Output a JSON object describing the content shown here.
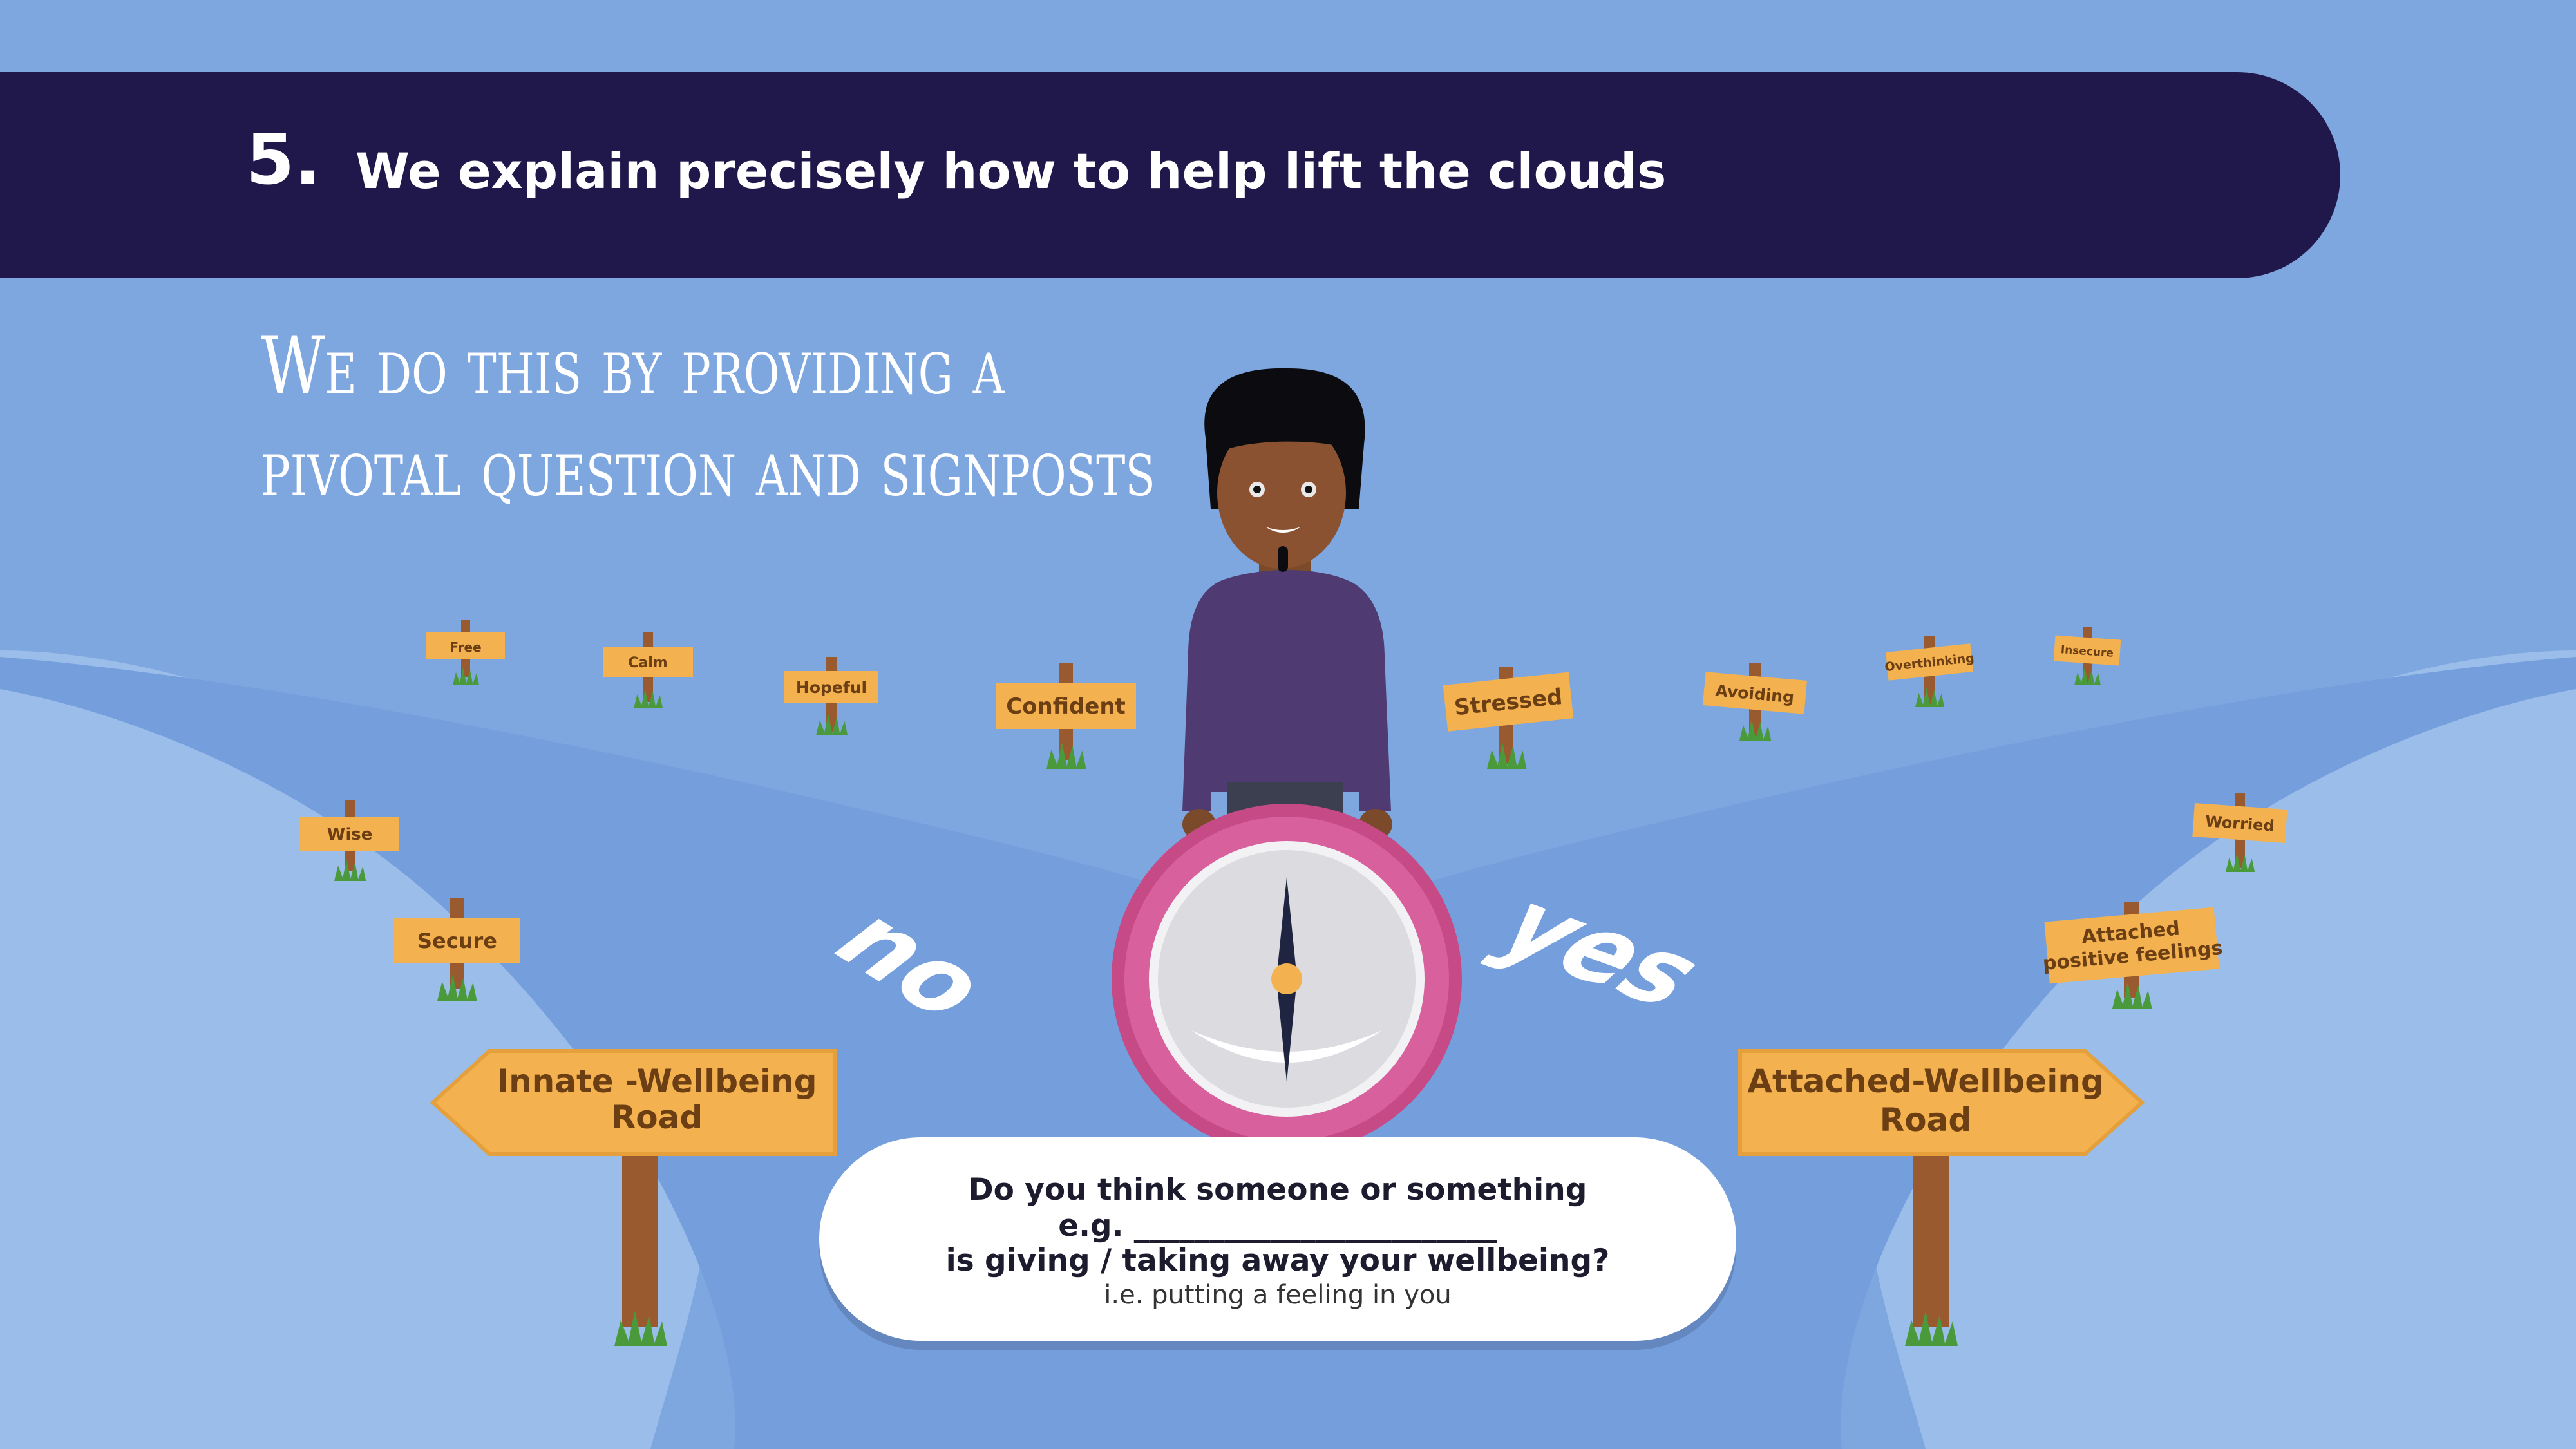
{
  "header": {
    "number": "5.",
    "title": "We explain precisely how to help lift the clouds"
  },
  "subtitle": {
    "line1": "We do this by providing a",
    "line2": "pivotal question and signposts"
  },
  "signposts": {
    "innate": [
      "Free",
      "Calm",
      "Hopeful",
      "Confident",
      "Wise",
      "Secure"
    ],
    "attached": [
      "Stressed",
      "Avoiding",
      "Overthinking",
      "Insecure",
      "Worried",
      "Attached positive feelings"
    ]
  },
  "roads": {
    "innate": {
      "line1": "Innate -Wellbeing",
      "line2": "Road"
    },
    "attached": {
      "line1": "Attached-Wellbeing",
      "line2": "Road"
    }
  },
  "choices": {
    "no": "no",
    "yes": "yes"
  },
  "question": {
    "line1": "Do you think someone or something",
    "line2": "e.g. ________________________",
    "line3": "is giving / taking away your wellbeing?",
    "line4": "i.e. putting a feeling in you"
  },
  "illustration": {
    "figure": "person-holding-compass",
    "icons": [
      "compass-icon",
      "grass-icon",
      "signpost-icon",
      "arrow-sign-icon"
    ]
  },
  "colors": {
    "sky": "#7ea6df",
    "banner": "#20174a",
    "sign": "#f3b24f",
    "post": "#9a5a30",
    "sweater": "#4f3a72",
    "compass_ring": "#d2569a"
  }
}
